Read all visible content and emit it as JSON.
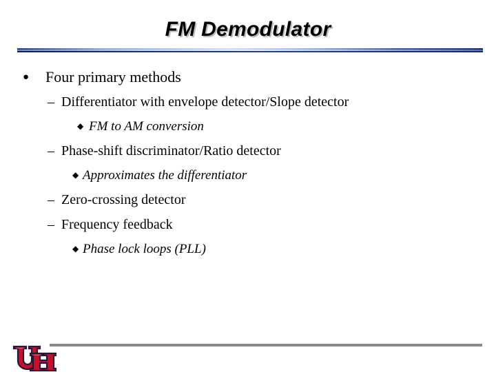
{
  "slide": {
    "title": "FM Demodulator",
    "accent_navy": "#16276d",
    "accent_blue": "#8ea8d8",
    "footer_rule_color": "#8a8a8a",
    "logo_red": "#c8102e",
    "logo_outline": "#1b1b3a"
  },
  "content": [
    {
      "level": 1,
      "bullet": "round-bullet",
      "marker": "●",
      "text": "Four primary methods"
    },
    {
      "level": 2,
      "bullet": "en-dash-bullet",
      "marker": "–",
      "text": "Differentiator with envelope detector/Slope detector"
    },
    {
      "level": 3,
      "bullet": "diamond-bullet",
      "marker": "◆",
      "text": "FM to AM conversion"
    },
    {
      "level": 2,
      "bullet": "en-dash-bullet",
      "marker": "–",
      "text": "Phase-shift discriminator/Ratio detector"
    },
    {
      "level": 3,
      "bullet": "diamond-bullet",
      "marker": "◆",
      "text": "Approximates the differentiator"
    },
    {
      "level": 2,
      "bullet": "en-dash-bullet",
      "marker": "–",
      "text": "Zero-crossing detector"
    },
    {
      "level": 2,
      "bullet": "en-dash-bullet",
      "marker": "–",
      "text": "Frequency feedback"
    },
    {
      "level": 3,
      "bullet": "diamond-bullet",
      "marker": "◆",
      "text": "Phase lock loops (PLL)"
    }
  ],
  "footer": {
    "logo_name": "university-of-houston-uh-logo",
    "logo_text": "UH"
  }
}
